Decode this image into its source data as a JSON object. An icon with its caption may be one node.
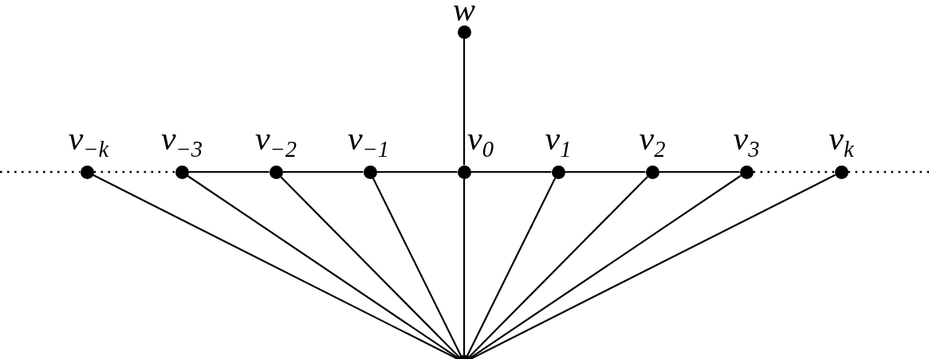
{
  "diagram": {
    "nodes": [
      {
        "text": [],
        "shape": "circle",
        "beside": [
          "w"
        ]
      },
      {
        "text": [],
        "shape": "circle",
        "beside": [
          "v$_{−k}$"
        ]
      },
      {
        "text": [],
        "shape": "circle",
        "beside": [
          "v$_{−3}$"
        ]
      },
      {
        "text": [],
        "shape": "circle",
        "beside": [
          "v$_{−2}$"
        ]
      },
      {
        "text": [],
        "shape": "circle",
        "beside": [
          "v$_{−1}$"
        ]
      },
      {
        "text": [],
        "shape": "circle",
        "beside": [
          "v$_{0}$"
        ]
      },
      {
        "text": [],
        "shape": "circle",
        "beside": [
          "v$_{1}$"
        ]
      },
      {
        "text": [],
        "shape": "circle",
        "beside": [
          "v$_{2}$"
        ]
      },
      {
        "text": [],
        "shape": "circle",
        "beside": [
          "v$_{3}$"
        ]
      },
      {
        "text": [],
        "shape": "circle",
        "beside": [
          "v$_{k}$"
        ]
      },
      {
        "text": [],
        "shape": "circle"
      }
    ],
    "edges": [
      {
        "from": 0,
        "to": 5,
        "arrow": "none"
      },
      {
        "from": null,
        "to": 1,
        "arrow": "none",
        "style": "dashed"
      },
      {
        "from": 1,
        "to": 2,
        "arrow": "none",
        "style": "dashed"
      },
      {
        "from": 2,
        "to": 3,
        "arrow": "none"
      },
      {
        "from": 3,
        "to": 4,
        "arrow": "none"
      },
      {
        "from": 4,
        "to": 5,
        "arrow": "none"
      },
      {
        "from": 5,
        "to": 6,
        "arrow": "none"
      },
      {
        "from": 6,
        "to": 7,
        "arrow": "none"
      },
      {
        "from": 7,
        "to": 8,
        "arrow": "none"
      },
      {
        "from": 8,
        "to": 9,
        "arrow": "none",
        "style": "dashed"
      },
      {
        "from": 9,
        "to": null,
        "arrow": "none",
        "style": "dashed"
      },
      {
        "from": 1,
        "to": 10,
        "arrow": "none"
      },
      {
        "from": 2,
        "to": 10,
        "arrow": "none"
      },
      {
        "from": 3,
        "to": 10,
        "arrow": "none"
      },
      {
        "from": 4,
        "to": 10,
        "arrow": "none"
      },
      {
        "from": 5,
        "to": 10,
        "arrow": "none"
      },
      {
        "from": 6,
        "to": 10,
        "arrow": "none"
      },
      {
        "from": 7,
        "to": 10,
        "arrow": "none"
      },
      {
        "from": 8,
        "to": 10,
        "arrow": "none"
      },
      {
        "from": 9,
        "to": 10,
        "arrow": "none"
      }
    ]
  }
}
